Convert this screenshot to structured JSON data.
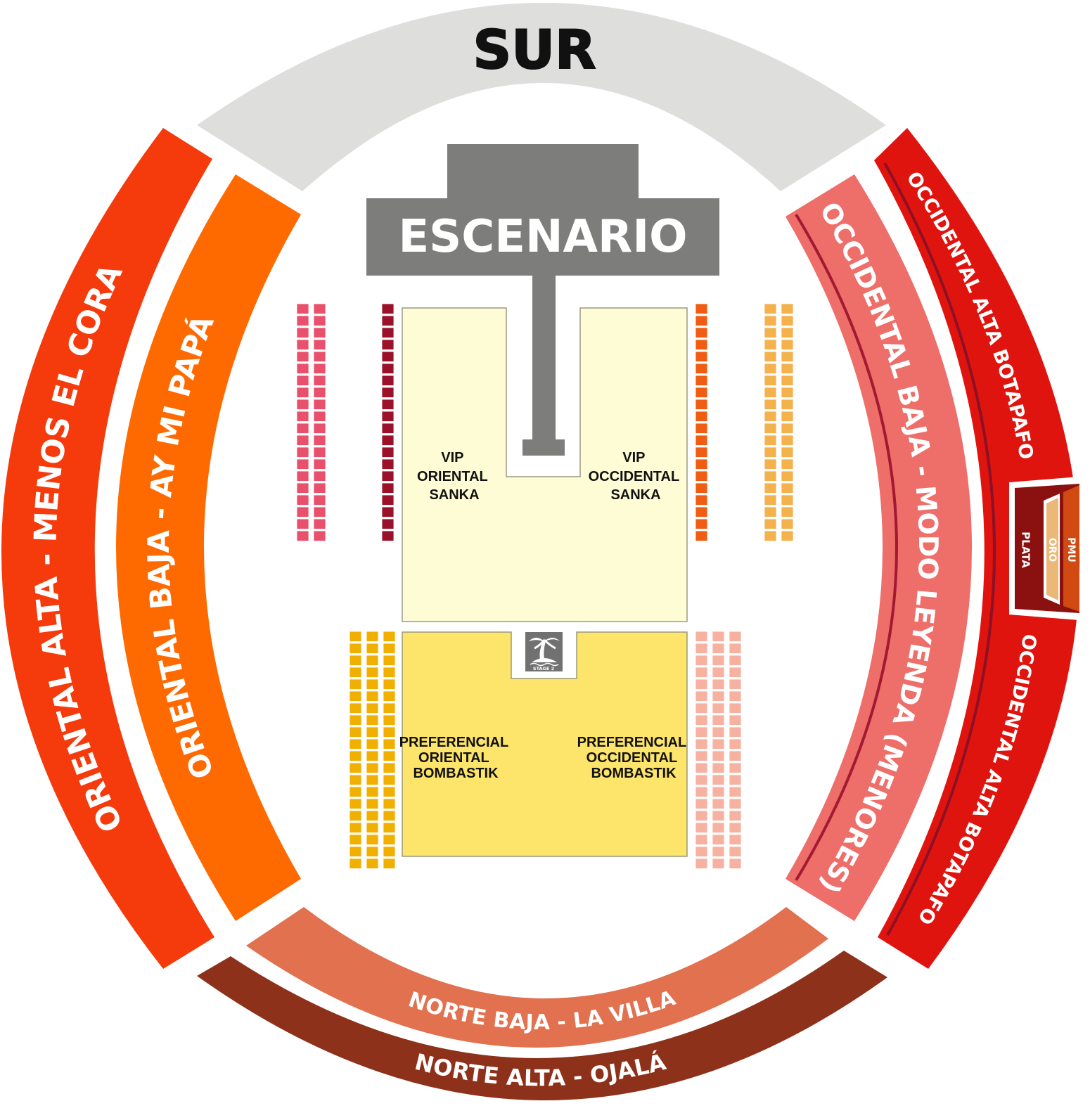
{
  "map": {
    "sur": {
      "label": "SUR",
      "color": "#dededd"
    },
    "stage": {
      "label": "ESCENARIO",
      "color": "#7d7e7b"
    },
    "oriental_alta": {
      "label": "ORIENTAL ALTA - MENOS EL CORA",
      "color": "#f53a0c"
    },
    "oriental_baja": {
      "label": "ORIENTAL BAJA - AY MI PAPÁ",
      "color": "#ff6a00"
    },
    "occidental_baja": {
      "label": "OCCIDENTAL BAJA - MODO LEYENDA (MENORES)",
      "color": "#ee6e6a"
    },
    "occidental_alta": {
      "label_top": "OCCIDENTAL ALTA BOTAPAFO",
      "label_bottom": "OCCIDENTAL ALTA BOTAPAFO",
      "color": "#e0140f"
    },
    "norte_baja": {
      "label": "NORTE BAJA - LA VILLA",
      "color": "#e1714f"
    },
    "norte_alta": {
      "label": "NORTE ALTA - OJALÁ",
      "color": "#8e311a"
    },
    "boxes": {
      "plata": "PLATA",
      "oro": "ORO",
      "pmu": "PMU"
    },
    "vip_oriental": {
      "lines": [
        "VIP",
        "ORIENTAL",
        "SANKA"
      ],
      "color": "#fdfcd4"
    },
    "vip_occidental": {
      "lines": [
        "VIP",
        "OCCIDENTAL",
        "SANKA"
      ]
    },
    "pref_oriental": {
      "lines": [
        "PREFERENCIAL",
        "ORIENTAL",
        "BOMBASTIK"
      ],
      "color": "#fde46a"
    },
    "pref_occidental": {
      "lines": [
        "PREFERENCIAL",
        "OCCIDENTAL",
        "BOMBASTIK"
      ]
    },
    "stage2": {
      "label": "STAGE 2"
    },
    "seat_colors": {
      "top_left_pink": "#e9506c",
      "top_left_dark": "#9b1129",
      "top_right_orange": "#f05c12",
      "top_right_light": "#f4b14c",
      "bottom_left_gold": "#f1b000",
      "bottom_right_salmon": "#f7b1a1"
    }
  }
}
